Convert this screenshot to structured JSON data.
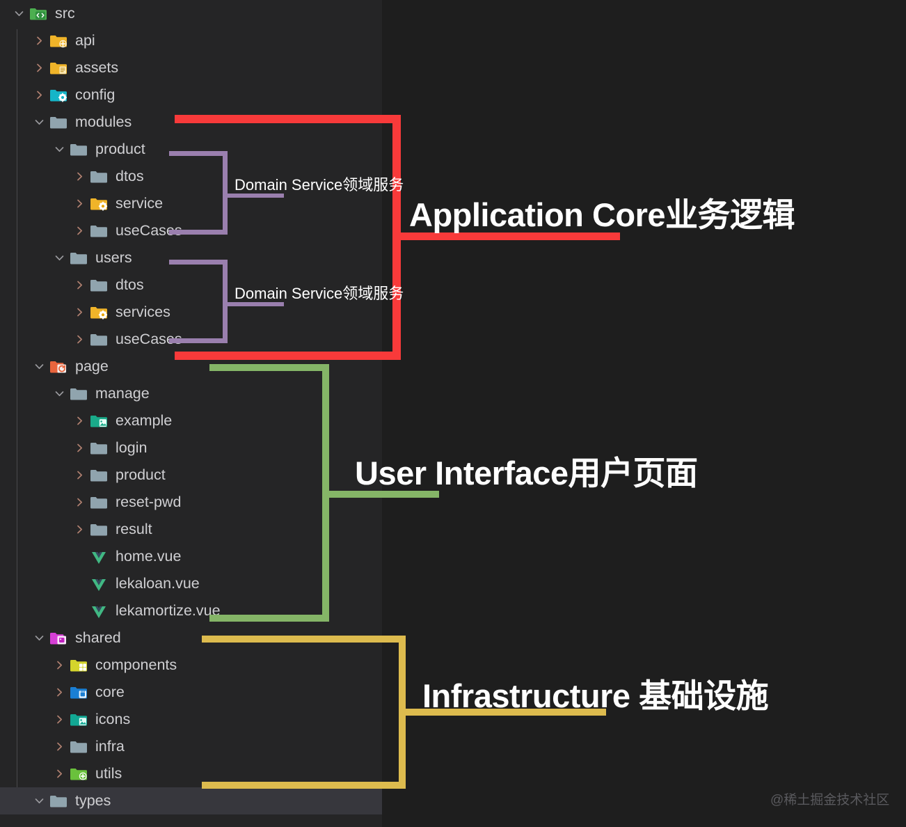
{
  "window": {
    "background_color": "#1e1e1e",
    "panel_color": "#252526",
    "selected_row_color": "#37373d"
  },
  "explorer": {
    "name": "file-explorer",
    "items": [
      {
        "label": "src",
        "depth": 0,
        "state": "expanded",
        "icon": "folder-src-code",
        "icon_color": "#4caf50"
      },
      {
        "label": "api",
        "depth": 1,
        "state": "collapsed",
        "icon": "folder-api",
        "icon_color": "#f0b429"
      },
      {
        "label": "assets",
        "depth": 1,
        "state": "collapsed",
        "icon": "folder-assets",
        "icon_color": "#f0b429"
      },
      {
        "label": "config",
        "depth": 1,
        "state": "collapsed",
        "icon": "folder-config-gear",
        "icon_color": "#15b5c8"
      },
      {
        "label": "modules",
        "depth": 1,
        "state": "expanded",
        "icon": "folder-plain",
        "icon_color": "#90a4ae"
      },
      {
        "label": "product",
        "depth": 2,
        "state": "expanded",
        "icon": "folder-plain",
        "icon_color": "#90a4ae"
      },
      {
        "label": "dtos",
        "depth": 3,
        "state": "collapsed",
        "icon": "folder-plain",
        "icon_color": "#90a4ae"
      },
      {
        "label": "service",
        "depth": 3,
        "state": "collapsed",
        "icon": "folder-service-gear",
        "icon_color": "#f0b429"
      },
      {
        "label": "useCases",
        "depth": 3,
        "state": "collapsed",
        "icon": "folder-plain",
        "icon_color": "#90a4ae"
      },
      {
        "label": "users",
        "depth": 2,
        "state": "expanded",
        "icon": "folder-plain",
        "icon_color": "#90a4ae"
      },
      {
        "label": "dtos",
        "depth": 3,
        "state": "collapsed",
        "icon": "folder-plain",
        "icon_color": "#90a4ae"
      },
      {
        "label": "services",
        "depth": 3,
        "state": "collapsed",
        "icon": "folder-service-gear",
        "icon_color": "#f0b429"
      },
      {
        "label": "useCases",
        "depth": 3,
        "state": "collapsed",
        "icon": "folder-plain",
        "icon_color": "#90a4ae"
      },
      {
        "label": "page",
        "depth": 1,
        "state": "expanded",
        "icon": "folder-page",
        "icon_color": "#e8643c"
      },
      {
        "label": "manage",
        "depth": 2,
        "state": "expanded",
        "icon": "folder-plain",
        "icon_color": "#90a4ae"
      },
      {
        "label": "example",
        "depth": 3,
        "state": "collapsed",
        "icon": "folder-example-image",
        "icon_color": "#1aab8a"
      },
      {
        "label": "login",
        "depth": 3,
        "state": "collapsed",
        "icon": "folder-plain",
        "icon_color": "#90a4ae"
      },
      {
        "label": "product",
        "depth": 3,
        "state": "collapsed",
        "icon": "folder-plain",
        "icon_color": "#90a4ae"
      },
      {
        "label": "reset-pwd",
        "depth": 3,
        "state": "collapsed",
        "icon": "folder-plain",
        "icon_color": "#90a4ae"
      },
      {
        "label": "result",
        "depth": 3,
        "state": "collapsed",
        "icon": "folder-plain",
        "icon_color": "#90a4ae"
      },
      {
        "label": "home.vue",
        "depth": 3,
        "state": "file",
        "icon": "vue-file",
        "icon_color": "#41b883"
      },
      {
        "label": "lekaloan.vue",
        "depth": 3,
        "state": "file",
        "icon": "vue-file",
        "icon_color": "#41b883"
      },
      {
        "label": "lekamortize.vue",
        "depth": 3,
        "state": "file",
        "icon": "vue-file",
        "icon_color": "#41b883"
      },
      {
        "label": "shared",
        "depth": 1,
        "state": "expanded",
        "icon": "folder-shared",
        "icon_color": "#d63fd6"
      },
      {
        "label": "components",
        "depth": 2,
        "state": "collapsed",
        "icon": "folder-components",
        "icon_color": "#d4d42c"
      },
      {
        "label": "core",
        "depth": 2,
        "state": "collapsed",
        "icon": "folder-core",
        "icon_color": "#1a7fd4"
      },
      {
        "label": "icons",
        "depth": 2,
        "state": "collapsed",
        "icon": "folder-icons",
        "icon_color": "#12a894"
      },
      {
        "label": "infra",
        "depth": 2,
        "state": "collapsed",
        "icon": "folder-plain",
        "icon_color": "#90a4ae"
      },
      {
        "label": "utils",
        "depth": 2,
        "state": "collapsed",
        "icon": "folder-utils",
        "icon_color": "#6ac13c"
      },
      {
        "label": "types",
        "depth": 1,
        "state": "expanded",
        "icon": "folder-plain",
        "icon_color": "#90a4ae",
        "selected": true
      }
    ]
  },
  "annotations": {
    "application_core": {
      "label": "Application Core业务逻辑",
      "color": "#f83a3a",
      "bracket_name": "application-core-bracket"
    },
    "domain_service_1": {
      "label": "Domain Service领域服务",
      "color": "#9a7fae",
      "bracket_name": "domain-service-product-bracket"
    },
    "domain_service_2": {
      "label": "Domain Service领域服务",
      "color": "#9a7fae",
      "bracket_name": "domain-service-users-bracket"
    },
    "user_interface": {
      "label": "User Interface用户页面",
      "color": "#85b567",
      "bracket_name": "user-interface-bracket"
    },
    "infrastructure": {
      "label": "Infrastructure 基础设施",
      "color": "#ddbb4e",
      "bracket_name": "infrastructure-bracket"
    }
  },
  "watermark": {
    "text": "@稀土掘金技术社区"
  }
}
